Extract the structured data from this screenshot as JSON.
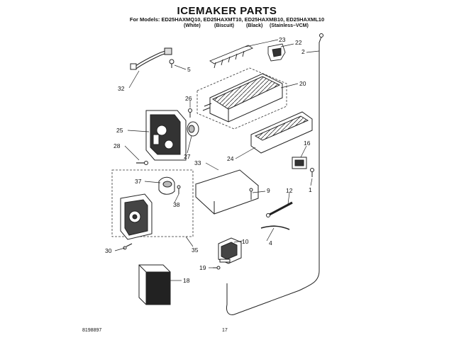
{
  "header": {
    "title": "ICEMAKER PARTS",
    "models_line": "For Models: ED25HAXMQ10, ED25HAXMT10, ED25HAXMB10, ED25HAXML10",
    "variants": [
      "(White)",
      "(Biscuit)",
      "(Black)",
      "(Stainless–VCM)"
    ]
  },
  "callouts": {
    "c23": "23",
    "c22": "22",
    "c2": "2",
    "c5": "5",
    "c32": "32",
    "c20": "20",
    "c26": "26",
    "c25": "25",
    "c27": "27",
    "c28": "28",
    "c24": "24",
    "c16": "16",
    "c33": "33",
    "c9": "9",
    "c1": "1",
    "c37": "37",
    "c38": "38",
    "c12": "12",
    "c4": "4",
    "c10": "10",
    "c30": "30",
    "c35": "35",
    "c19": "19",
    "c18": "18"
  },
  "footer": {
    "doc_number": "8198897",
    "page_number": "17"
  }
}
